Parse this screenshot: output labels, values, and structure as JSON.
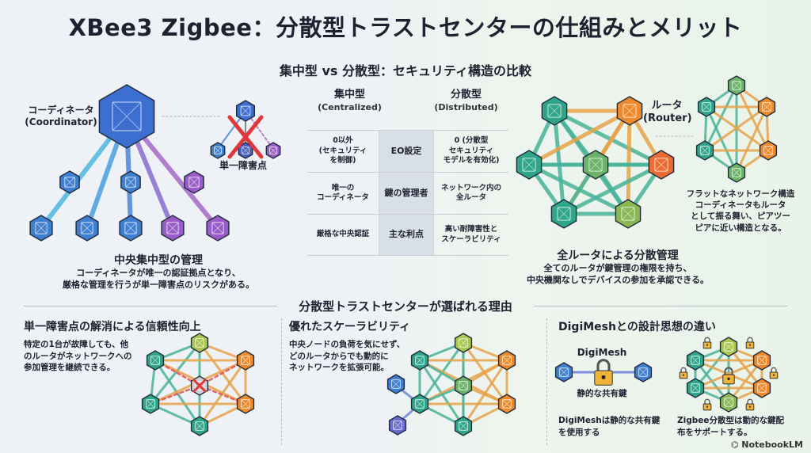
{
  "title": "XBee3 Zigbee：分散型トラストセンターの仕組みとメリット",
  "subtitle": "集中型 vs 分散型：セキュリティ構造の比較",
  "centralized": {
    "coordinator_label": "コーディネータ",
    "coordinator_label_en": "(Coordinator)",
    "spof_label": "単一障害点",
    "caption_title": "中央集中型の管理",
    "caption_line1": "コーディネータが唯一の認証拠点となり、",
    "caption_line2": "厳格な管理を行うが単一障害点のリスクがある。"
  },
  "table": {
    "col_left": "集中型",
    "col_left_en": "(Centralized)",
    "col_right": "分散型",
    "col_right_en": "(Distributed)",
    "rows": [
      {
        "left": "0以外\n(セキュリティ\nを制御)",
        "mid": "EO設定",
        "right": "0 (分散型\nセキュリティ\nモデルを有効化)"
      },
      {
        "left": "唯一の\nコーディネータ",
        "mid": "鍵の管理者",
        "right": "ネットワーク内の\n全ルータ"
      },
      {
        "left": "厳格な中央認証",
        "mid": "主な利点",
        "right": "高い耐障害性と\nスケーラビリティ"
      }
    ]
  },
  "distributed": {
    "router_label": "ルータ",
    "router_label_en": "(Router)",
    "flat_line1": "フラットなネットワーク構造",
    "flat_line2": "コーディネータもルータ",
    "flat_line3": "として振る舞い、ピアツー",
    "flat_line4": "ピアに近い構造となる。",
    "caption_title": "全ルータによる分散管理",
    "caption_line1": "全てのルータが鍵管理の権限を持ち、",
    "caption_line2": "中央機関なしでデバイスの参加を承認できる。"
  },
  "section_title": "分散型トラストセンターが選ばれる理由",
  "reasons": [
    {
      "title": "単一障害点の解消による信頼性向上",
      "lines": [
        "特定の1台が故障しても、他",
        "のルータがネットワークへの",
        "参加管理を継続できる。"
      ]
    },
    {
      "title": "優れたスケーラビリティ",
      "lines": [
        "中央ノードの負荷を気にせず、",
        "どのルータからでも動的に",
        "ネットワークを拡張可能。"
      ]
    },
    {
      "title": "DigiMeshとの設計思想の違い",
      "digimesh_label": "DigiMesh",
      "static_key": "静的な共有鍵",
      "lines_left": [
        "DigiMeshは静的な共有鍵",
        "を使用する"
      ],
      "lines_right": [
        "Zigbee分散型は動的な鍵配",
        "布をサポートする。"
      ]
    }
  ],
  "branding": "NotebookLM",
  "colors": {
    "blue": "#3f7fd0",
    "purple": "#9a5cc8",
    "teal": "#2fa58a",
    "green": "#6cb36a",
    "orange": "#ef8a2c",
    "red": "#e0383a",
    "lock": "#f0b43a"
  }
}
